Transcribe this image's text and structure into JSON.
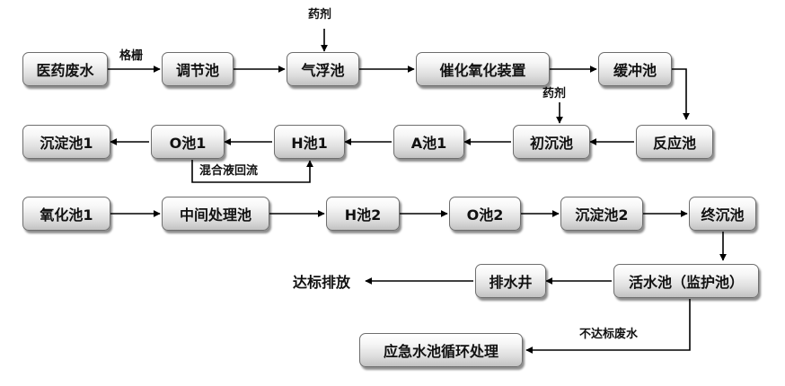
{
  "nodes": {
    "pharma_wastewater": "医药废水",
    "regulating_tank": "调节池",
    "flotation_tank": "气浮池",
    "catalytic_oxidation": "催化氧化装置",
    "buffer_tank": "缓冲池",
    "reaction_tank": "反应池",
    "primary_sedimentation": "初沉池",
    "a_tank_1": "A池1",
    "h_tank_1": "H池1",
    "o_tank_1": "O池1",
    "sedimentation_1": "沉淀池1",
    "oxidation_tank_1": "氧化池1",
    "intermediate_treatment": "中间处理池",
    "h_tank_2": "H池2",
    "o_tank_2": "O池2",
    "sedimentation_2": "沉淀池2",
    "final_sedimentation": "终沉池",
    "fish_tank": "活水池（监护池）",
    "drainage_well": "排水井",
    "discharge": "达标排放",
    "emergency_recycle": "应急水池循环处理"
  },
  "labels": {
    "grating": "格栅",
    "chemical_top": "药剂",
    "chemical_mid": "药剂",
    "mixed_liquor_return": "混合液回流",
    "non_compliant": "不达标废水"
  }
}
